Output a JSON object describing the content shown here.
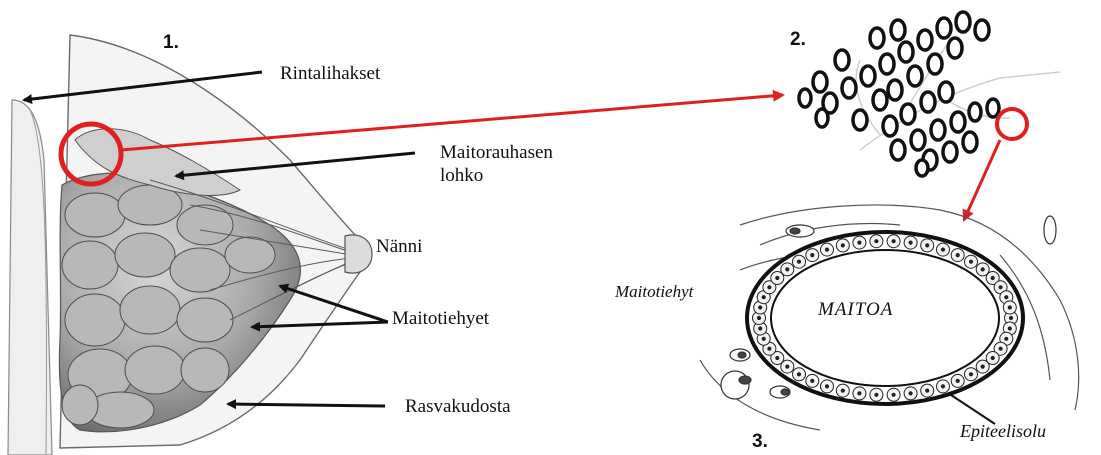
{
  "panels": {
    "panel1_number": "1.",
    "panel2_number": "2.",
    "panel3_number": "3."
  },
  "labels": {
    "chest_muscles": "Rintalihakset",
    "gland_lobe_line1": "Maitorauhasen",
    "gland_lobe_line2": "lohko",
    "nipple": "Nänni",
    "milk_ducts": "Maitotiehyet",
    "fat_tissue": "Rasvakudosta"
  },
  "detail_labels": {
    "milk_duct": "Maitotiehyt",
    "milk": "MAITOA",
    "epithelial_cell": "Epiteelisolu"
  },
  "colors": {
    "highlight": "#e02020",
    "arrow": "#111111",
    "tissue_fill": "#bfbfbf",
    "tissue_shade": "#7a7a7a"
  }
}
